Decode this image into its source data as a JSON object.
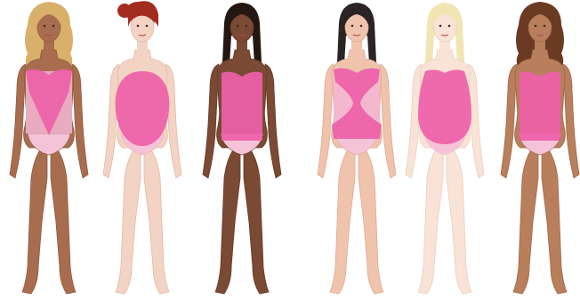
{
  "figures": [
    {
      "shape": "inverted-triangle",
      "skin": "#a86d4f",
      "skin_shade": "#8f5a40",
      "hair": "#d9b06a",
      "hair_style": "long-wavy"
    },
    {
      "shape": "oval",
      "skin": "#f3d3c3",
      "skin_shade": "#e2b9a6",
      "hair": "#a12c1f",
      "hair_style": "updo"
    },
    {
      "shape": "rectangle",
      "skin": "#7a4a34",
      "skin_shade": "#653b28",
      "hair": "#241712",
      "hair_style": "long-straight"
    },
    {
      "shape": "hourglass",
      "skin": "#f0c3ad",
      "skin_shade": "#ddaa93",
      "hair": "#2b2424",
      "hair_style": "long-straight"
    },
    {
      "shape": "pear-oval",
      "skin": "#f8e3d6",
      "skin_shade": "#eccdbd",
      "hair": "#f1e6b3",
      "hair_style": "long-straight"
    },
    {
      "shape": "rectangle",
      "skin": "#b97f5c",
      "skin_shade": "#a06a4b",
      "hair": "#6a3a22",
      "hair_style": "long-wavy"
    }
  ],
  "colors": {
    "overlay": "#ee5fa8",
    "overlay_light": "#f3b6d2",
    "underwear": "#f5c3d8",
    "background": "#ffffff"
  }
}
